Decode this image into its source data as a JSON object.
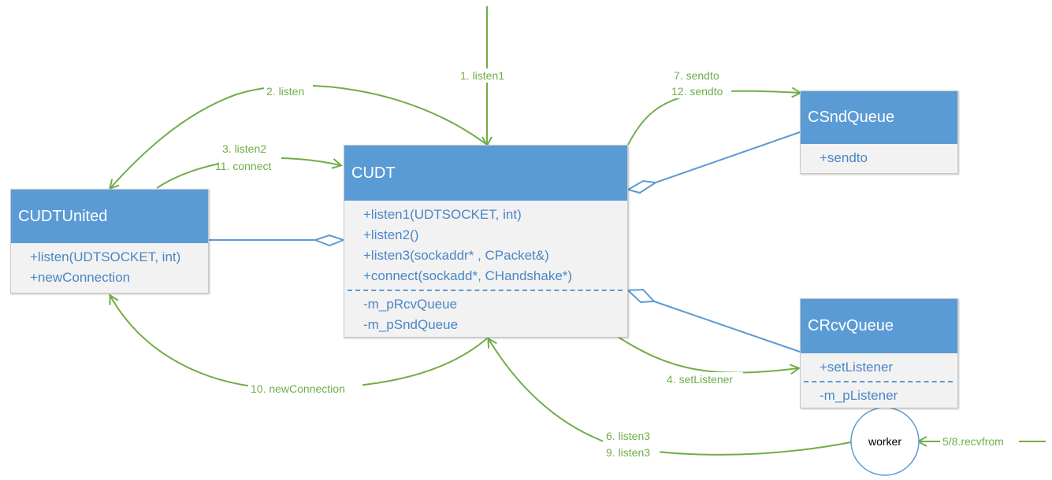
{
  "colors": {
    "header_fill": "#5b9bd5",
    "body_fill": "#f2f2f2",
    "member_text": "#4a86c5",
    "flow_arrow": "#70ad47",
    "association_line": "#5b9bd5"
  },
  "classes": {
    "cudtunited": {
      "name": "CUDTUnited",
      "members": [
        "+listen(UDTSOCKET, int)",
        "+newConnection"
      ]
    },
    "cudt": {
      "name": "CUDT",
      "methods": [
        "+listen1(UDTSOCKET, int)",
        "+listen2()",
        "+listen3(sockaddr* , CPacket&)",
        "+connect(sockadd*, CHandshake*)"
      ],
      "fields": [
        "-m_pRcvQueue",
        "-m_pSndQueue"
      ]
    },
    "csndqueue": {
      "name": "CSndQueue",
      "members": [
        "+sendto"
      ]
    },
    "crcvqueue": {
      "name": "CRcvQueue",
      "methods": [
        "+setListener"
      ],
      "fields": [
        "-m_pListener"
      ]
    }
  },
  "worker": {
    "label": "worker"
  },
  "flows": {
    "listen1": "1. listen1",
    "listen": "2. listen",
    "listen2": "3. listen2",
    "connect": "11. connect",
    "sendto7": "7. sendto",
    "sendto12": "12. sendto",
    "setlistener": "4. setListener",
    "newconnection": "10. newConnection",
    "listen3_6": "6. listen3",
    "listen3_9": "9. listen3",
    "recvfrom": "5/8.recvfrom"
  }
}
